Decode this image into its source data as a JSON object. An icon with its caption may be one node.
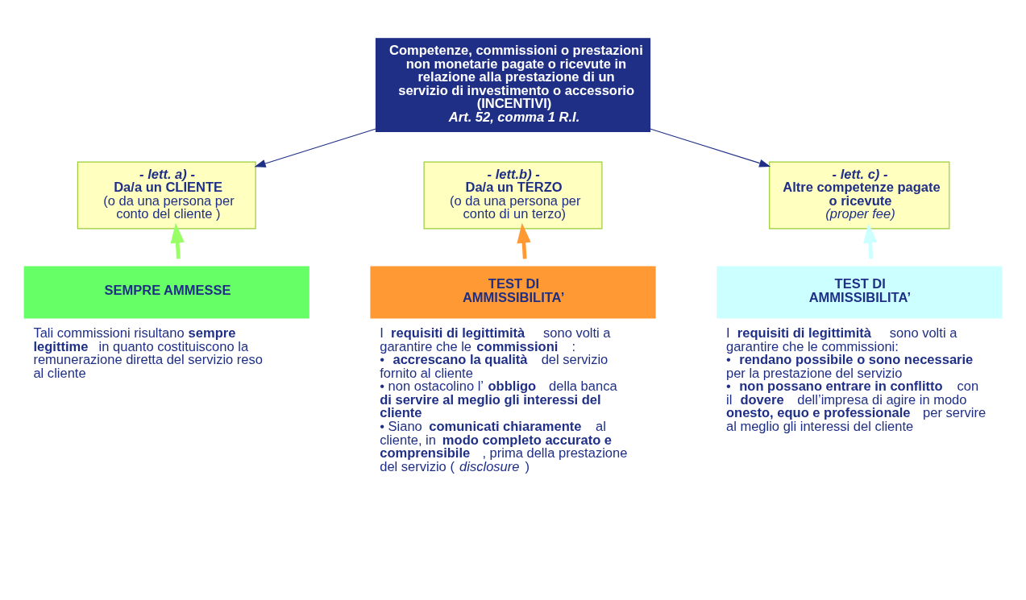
{
  "diagram": {
    "nodes": [
      {
        "text": [
          "Competenze, commissioni o prestazioni non monetarie pagate o ricevute in relazione alla prestazione di un servizio di investimento o accessorio (INCENTIVI)",
          "Art. 52, comma 1 R.I."
        ]
      },
      {
        "text": [
          "- lett. a) -",
          "Da/a un CLIENTE",
          "(o da una persona per conto del cliente )"
        ]
      },
      {
        "text": [
          "- lett.b) -",
          "Da/a un TERZO",
          "(o da una persona per conto di un terzo)"
        ]
      },
      {
        "text": [
          "- lett. c) -",
          "Altre competenze pagate o ricevute",
          "(proper fee)"
        ]
      },
      {
        "text": [
          "SEMPRE AMMESSE"
        ],
        "beside": [
          "Tali commissioni risultano **sempre legittime** in quanto costituiscono la remunerazione diretta del servizio reso al cliente"
        ]
      },
      {
        "text": [
          "TEST DI AMMISSIBILITA’"
        ],
        "beside": [
          "I **requisiti di legittimità** sono volti a garantire che le **commissioni**:",
          "• **accrescano la qualità** del servizio fornito al cliente",
          "• non ostacolino l’ **obbligo** della banca **di servire al meglio gli interessi del cliente**",
          "• Siano **comunicati chiaramente** al cliente, in **modo completo accurato e comprensibile**, prima della prestazione del servizio (*disclosure*)"
        ]
      },
      {
        "text": [
          "TEST DI AMMISSIBILITA’"
        ],
        "beside": [
          "I **requisiti di legittimità** sono volti a garantire che le commissioni:",
          "• **rendano possibile o sono necessarie** per la prestazione del servizio",
          "• **non possano entrare in conflitto** con il **dovere** dell’impresa di agire in modo **onesto, equo e professionale** per servire al meglio gli interessi del cliente"
        ]
      }
    ],
    "edges": [
      {
        "from": 0,
        "to": 1,
        "arrow": "to"
      },
      {
        "from": 0,
        "to": 3,
        "arrow": "to"
      },
      {
        "from": 4,
        "to": 1,
        "arrow": "to",
        "color": "#99ff66"
      },
      {
        "from": 5,
        "to": 2,
        "arrow": "to",
        "color": "#ff9933"
      },
      {
        "from": 6,
        "to": 3,
        "arrow": "to",
        "color": "#ccffff"
      }
    ]
  }
}
